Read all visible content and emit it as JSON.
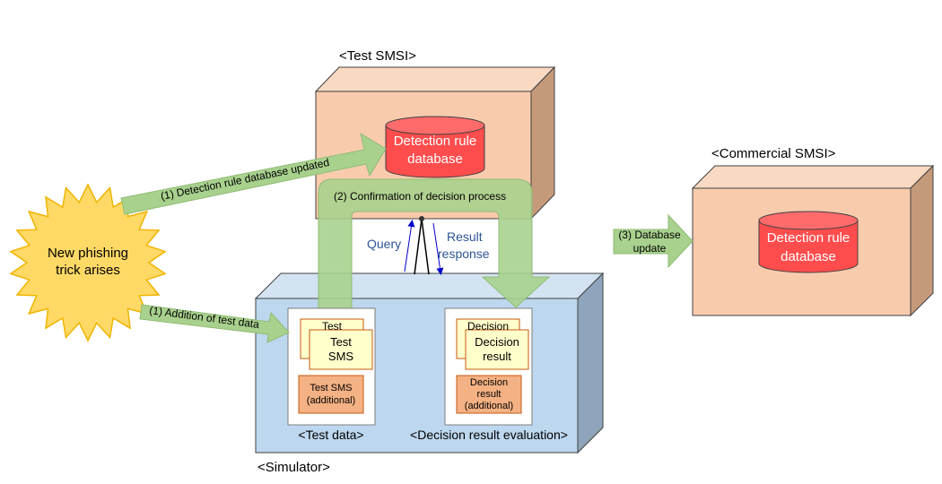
{
  "starburst": {
    "line1": "New phishing",
    "line2": "trick arises"
  },
  "test_smsi": {
    "label": "<Test SMSI>",
    "db_line1": "Detection rule",
    "db_line2": "database"
  },
  "commercial_smsi": {
    "label": "<Commercial SMSI>",
    "db_line1": "Detection rule",
    "db_line2": "database"
  },
  "simulator": {
    "label": "<Simulator>"
  },
  "test_data": {
    "label": "<Test data>",
    "card_back": "Test",
    "card_front_line1": "Test",
    "card_front_line2": "SMS",
    "additional_line1": "Test SMS",
    "additional_line2": "(additional)"
  },
  "decision_eval": {
    "label": "<Decision result evaluation>",
    "card_back": "Decision",
    "card_front_line1": "Decision",
    "card_front_line2": "result",
    "additional_line1": "Decision",
    "additional_line2": "result",
    "additional_line3": "(additional)"
  },
  "arrows": {
    "db_updated": "(1) Detection rule database updated",
    "addition_test_data": "(1) Addition of test data",
    "confirmation": "(2) Confirmation of decision process",
    "db_update_line1": "(3) Database",
    "db_update_line2": "update",
    "query": "Query",
    "result_line1": "Result",
    "result_line2": "response"
  },
  "colors": {
    "box_front": "#f8cbad",
    "box_top": "#f9d9c2",
    "box_side": "#c59a7a",
    "sim_front": "#bdd7ee",
    "sim_top": "#d3e3f2",
    "sim_side": "#8fa5bb",
    "db_red": "#ff4d4d",
    "arrow_green": "#a9d18e",
    "starburst": "#ffd966",
    "note_yellow": "#ffffcc",
    "note_orange": "#f4b183",
    "query_blue": "#2f5597"
  }
}
